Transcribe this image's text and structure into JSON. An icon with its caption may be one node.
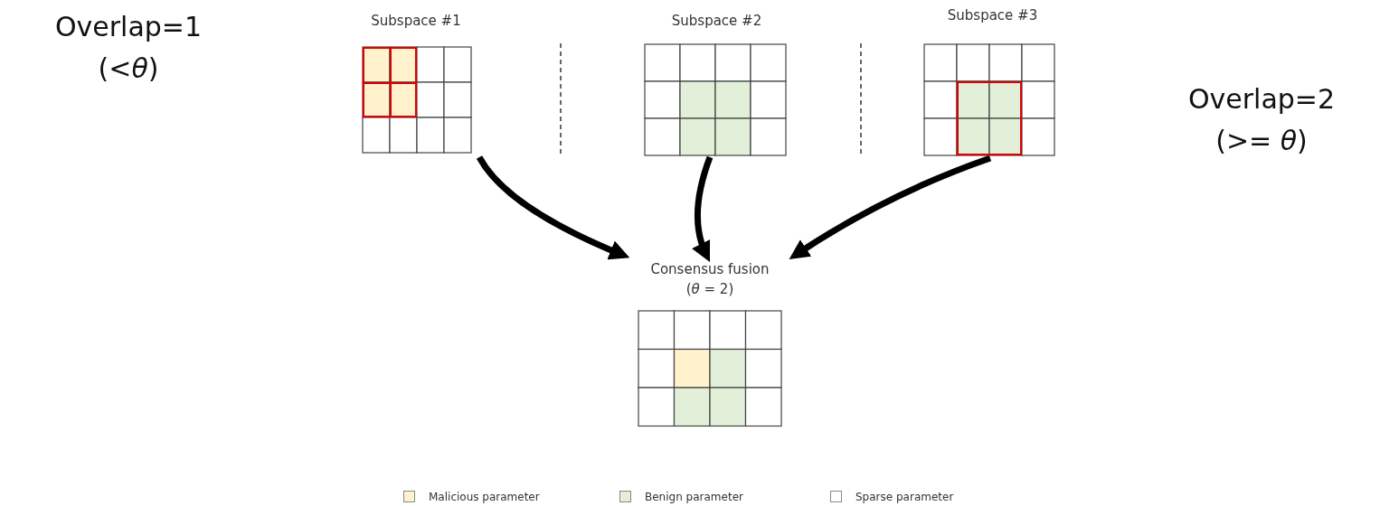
{
  "diagram": {
    "nodes": [
      {
        "text": [
          "Subspace #1"
        ]
      },
      {
        "text": [
          "Subspace #2"
        ]
      },
      {
        "text": [
          "Subspace #3"
        ]
      },
      {
        "text": [
          "Consensus fusion",
          "(*θ* = 2)"
        ]
      }
    ],
    "edges": [
      {
        "from": 0,
        "to": 3,
        "arrow": "to"
      },
      {
        "from": 1,
        "to": 3,
        "arrow": "to"
      },
      {
        "from": 2,
        "to": 3,
        "arrow": "to"
      }
    ],
    "labels": [
      "Overlap=1",
      "(<*θ*)",
      "Overlap=2",
      "(>= *θ*)"
    ],
    "legend": [
      {
        "text": "Malicious parameter",
        "color": "#fff2cc"
      },
      {
        "text": "Benign parameter",
        "color": "#e2efd9"
      },
      {
        "text": "Sparse parameter",
        "color": "#ffffff"
      }
    ]
  }
}
